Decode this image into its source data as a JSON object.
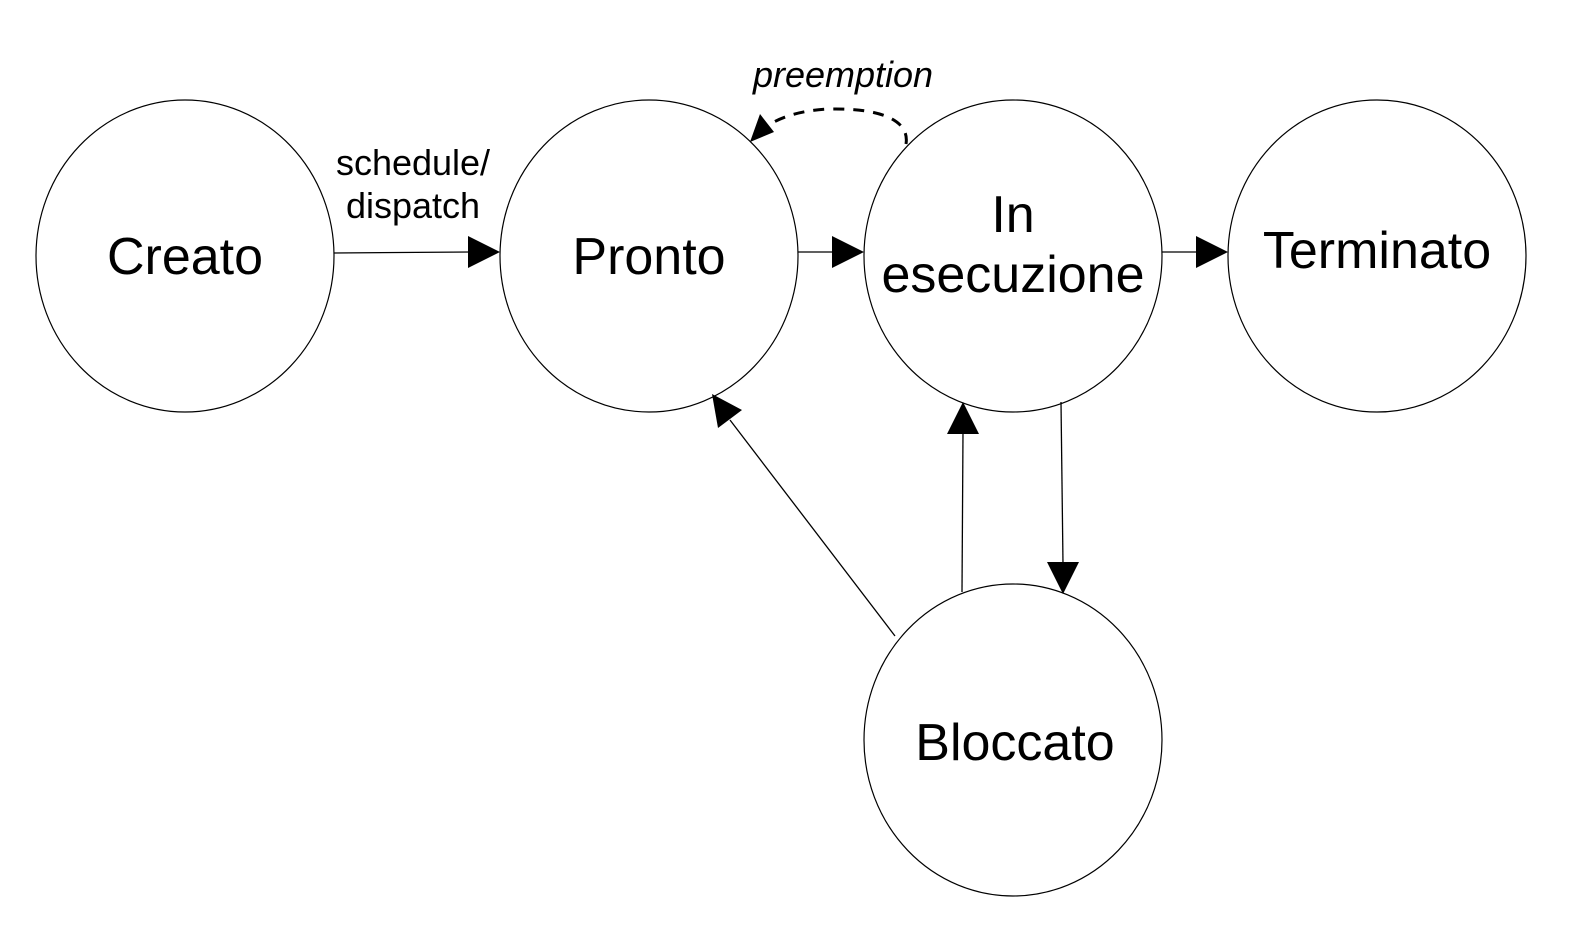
{
  "diagram": {
    "states": {
      "creato": "Creato",
      "pronto": "Pronto",
      "in_esecuzione": [
        "In",
        "esecuzione"
      ],
      "terminato": "Terminato",
      "bloccato": "Bloccato"
    },
    "transitions": {
      "schedule_dispatch": [
        "schedule/",
        "dispatch"
      ],
      "preemption": "preemption"
    },
    "colors": {
      "stroke": "#000000",
      "background": "#ffffff"
    }
  }
}
